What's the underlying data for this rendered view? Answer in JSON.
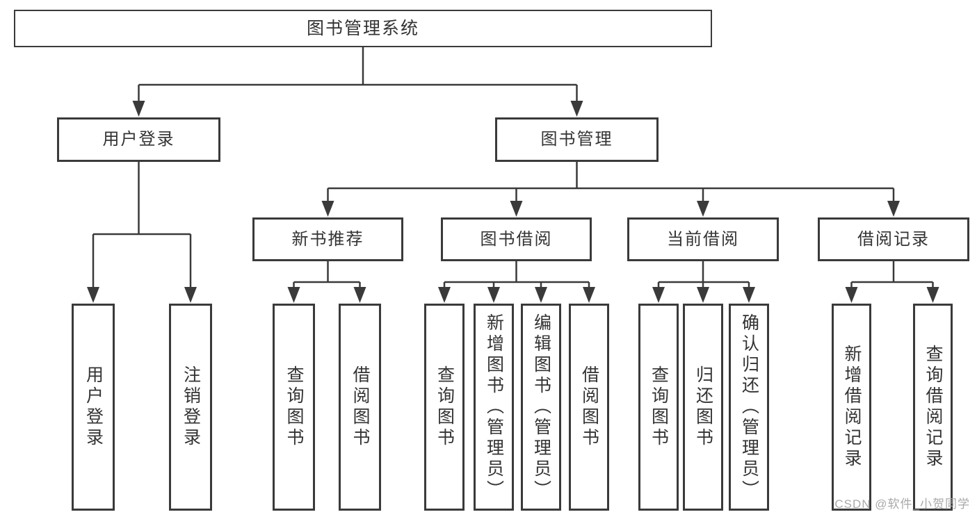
{
  "diagram": {
    "root": {
      "label": "图书管理系统"
    },
    "level2": [
      {
        "label": "用户登录",
        "children": [
          {
            "label": "用户登录"
          },
          {
            "label": "注销登录"
          }
        ]
      },
      {
        "label": "图书管理",
        "children": [
          {
            "label": "新书推荐",
            "children": [
              {
                "label": "查询图书"
              },
              {
                "label": "借阅图书"
              }
            ]
          },
          {
            "label": "图书借阅",
            "children": [
              {
                "label": "查询图书"
              },
              {
                "label": "新增图书（管理员）"
              },
              {
                "label": "编辑图书（管理员）"
              },
              {
                "label": "借阅图书"
              }
            ]
          },
          {
            "label": "当前借阅",
            "children": [
              {
                "label": "查询图书"
              },
              {
                "label": "归还图书"
              },
              {
                "label": "确认归还（管理员）"
              }
            ]
          },
          {
            "label": "借阅记录",
            "children": [
              {
                "label": "新增借阅记录"
              },
              {
                "label": "查询借阅记录"
              }
            ]
          }
        ]
      }
    ],
    "watermark": {
      "text": "CSDN @软件_小贺同学"
    },
    "colors": {
      "line": "#3a3a3a",
      "border": "#3a3a3a",
      "text": "#333333",
      "background": "#ffffff",
      "watermark": "#a9a9a9"
    }
  }
}
